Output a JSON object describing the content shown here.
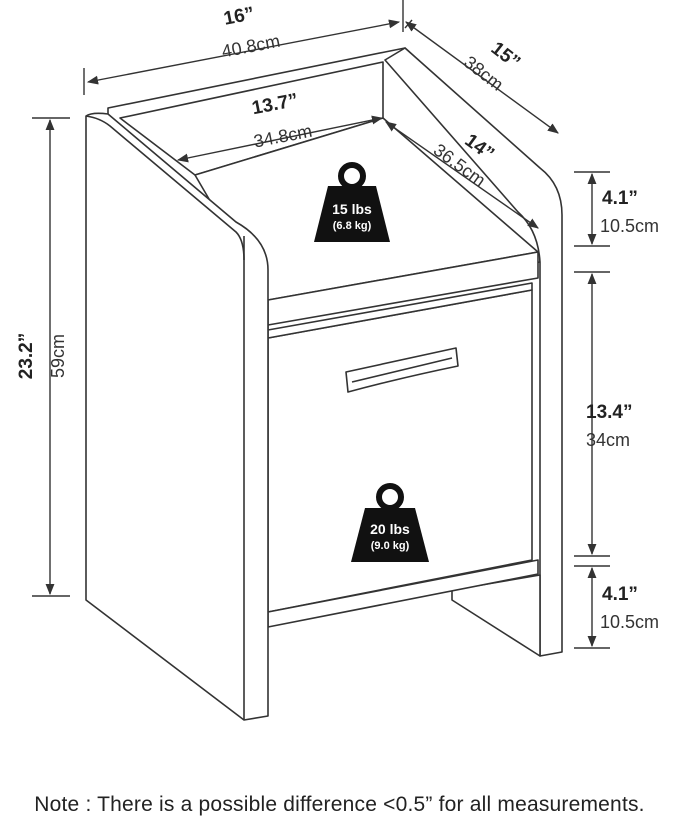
{
  "dimensions": {
    "width": {
      "imperial": "16”",
      "metric": "40.8cm"
    },
    "depth": {
      "imperial": "15”",
      "metric": "38cm"
    },
    "inner_width": {
      "imperial": "13.7”",
      "metric": "34.8cm"
    },
    "inner_depth": {
      "imperial": "14”",
      "metric": "36.5cm"
    },
    "height": {
      "imperial": "23.2”",
      "metric": "59cm"
    },
    "top_clearance": {
      "imperial": "4.1”",
      "metric": "10.5cm"
    },
    "drawer_height": {
      "imperial": "13.4”",
      "metric": "34cm"
    },
    "bottom_clearance": {
      "imperial": "4.1”",
      "metric": "10.5cm"
    }
  },
  "weights": {
    "shelf": {
      "title": "15 lbs",
      "sub": "(6.8 kg)",
      "icon": "weight-icon"
    },
    "drawer": {
      "title": "20 lbs",
      "sub": "(9.0 kg)",
      "icon": "weight-icon"
    }
  },
  "note": "Note : There is a possible difference <0.5” for all measurements.",
  "colors": {
    "line": "#333333",
    "weight_fill": "#111111",
    "background": "#ffffff"
  }
}
